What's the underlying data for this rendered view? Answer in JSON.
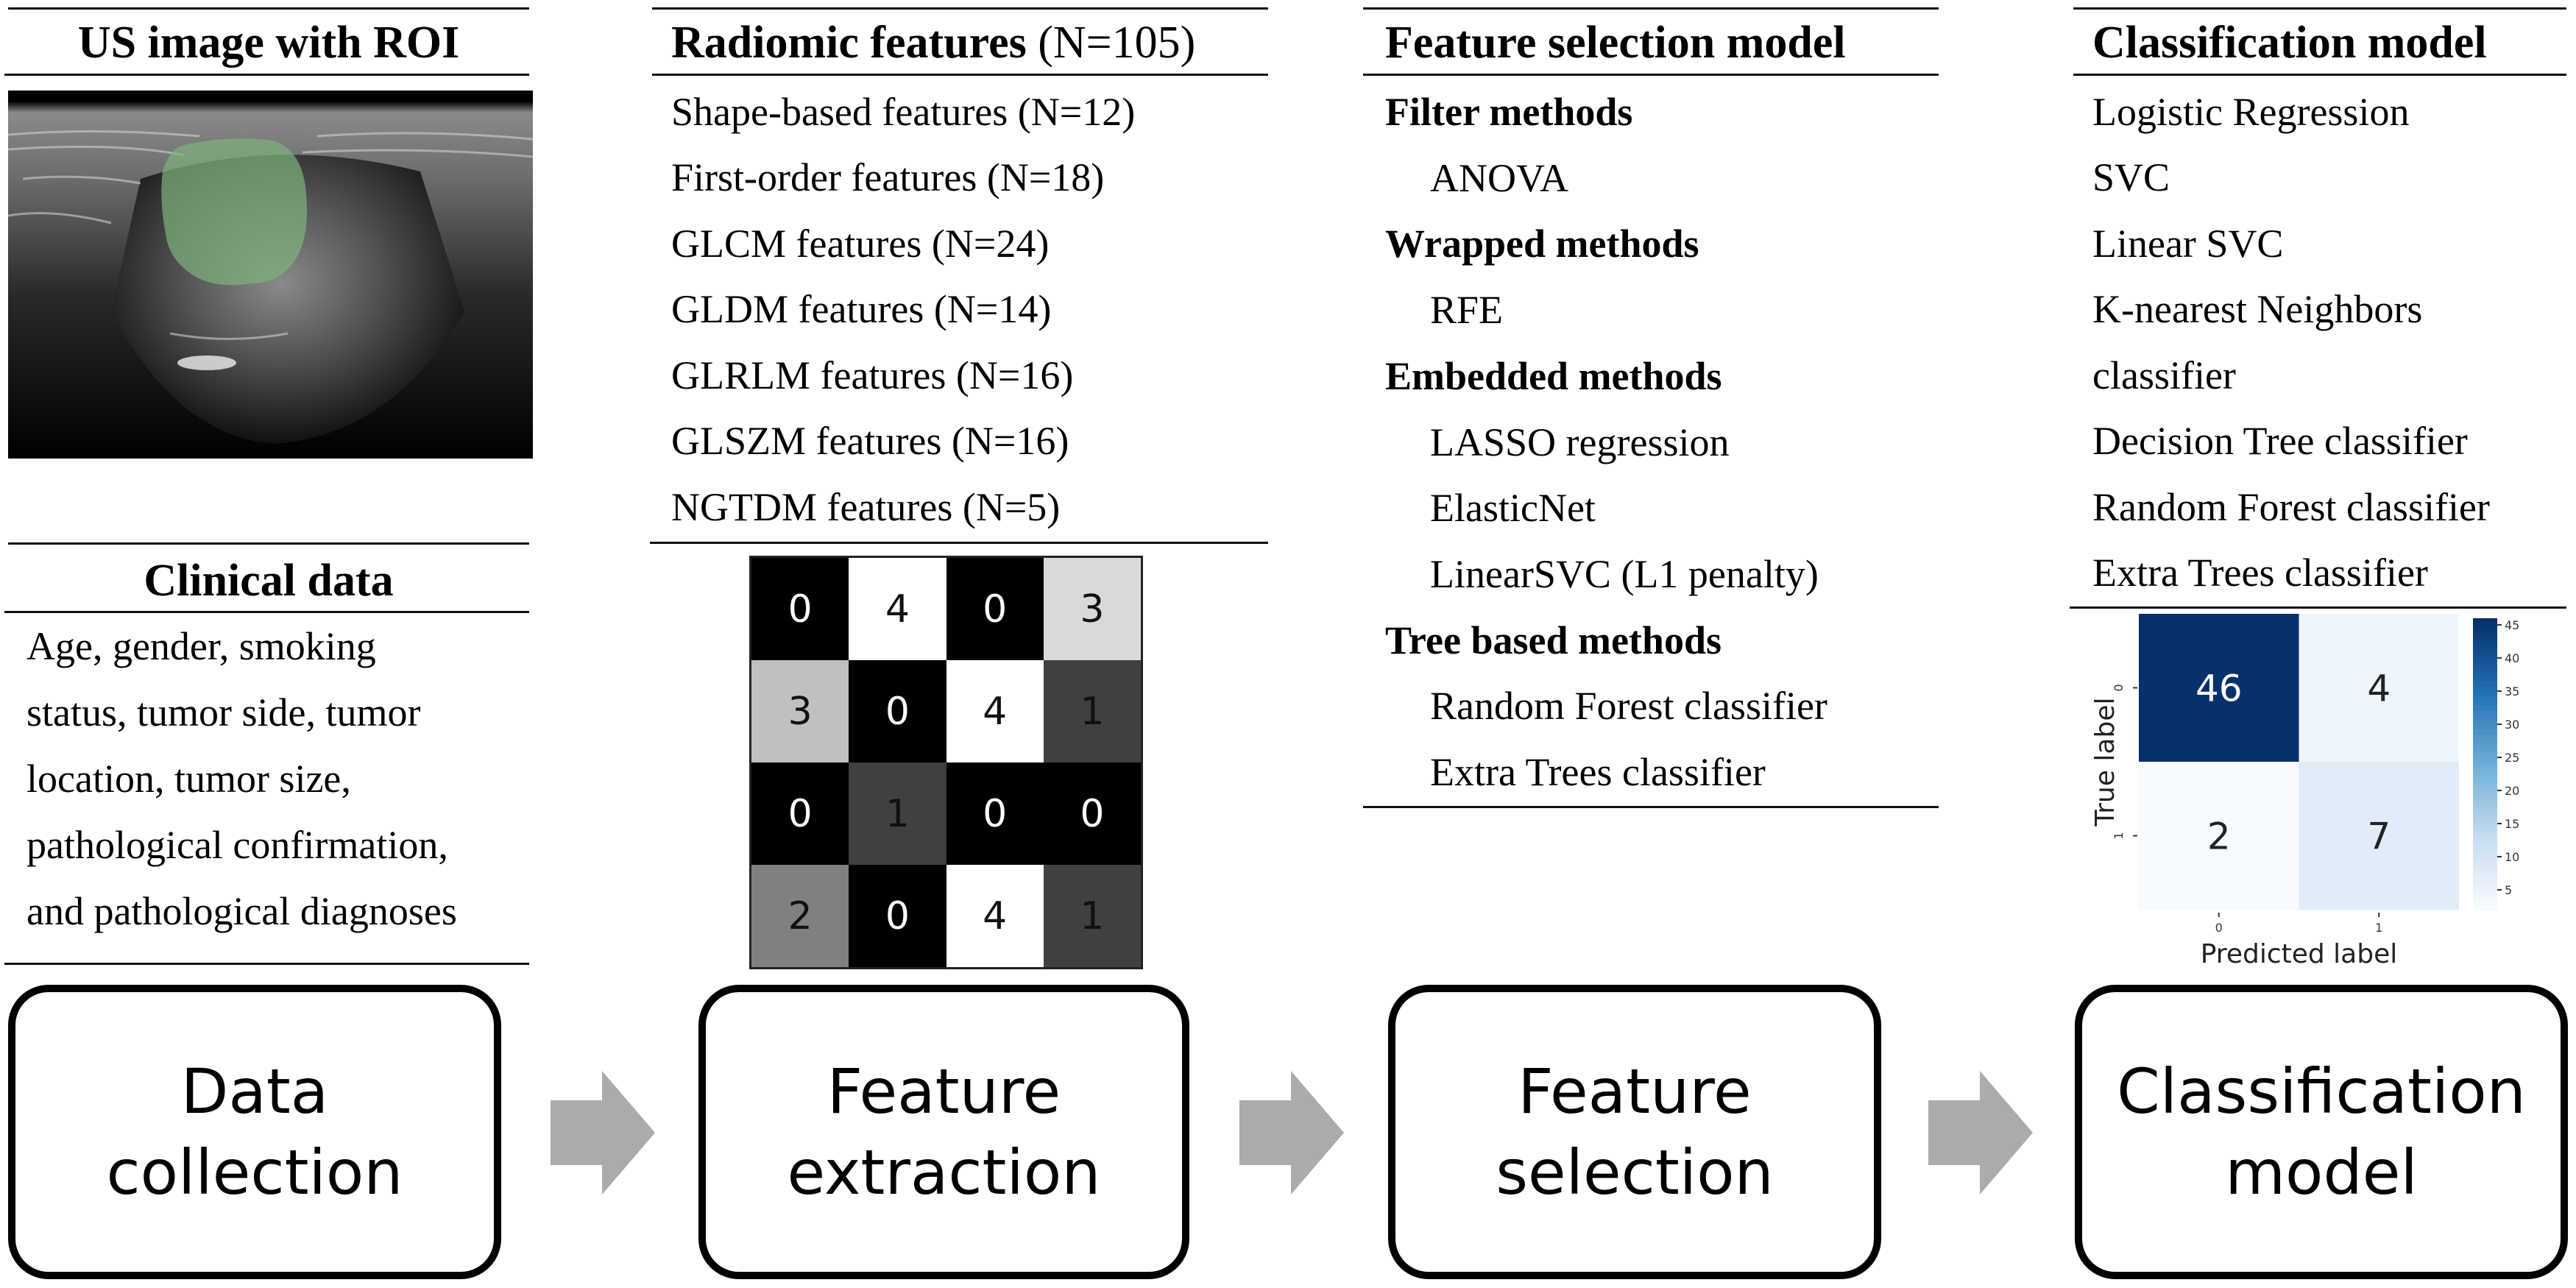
{
  "columns": {
    "data_collection": {
      "us_title": "US image with ROI",
      "clinical_title": "Clinical data",
      "clinical_lines": [
        "Age, gender, smoking",
        "status, tumor side, tumor",
        "location, tumor size,",
        "pathological confirmation,",
        "and pathological diagnoses"
      ],
      "roi_color": "#7fb27f"
    },
    "radiomic": {
      "title_bold": "Radiomic features",
      "title_count": "(N=105)",
      "items": [
        "Shape-based features (N=12)",
        "First-order features (N=18)",
        "GLCM features (N=24)",
        "GLDM features (N=14)",
        "GLRLM features (N=16)",
        "GLSZM features (N=16)",
        "NGTDM features (N=5)"
      ],
      "matrix": [
        [
          0,
          4,
          0,
          3
        ],
        [
          3,
          0,
          4,
          1
        ],
        [
          0,
          1,
          0,
          0
        ],
        [
          2,
          0,
          4,
          1
        ]
      ],
      "matrix_shades": [
        [
          "#000000",
          "#ffffff",
          "#000000",
          "#d9d9d9"
        ],
        [
          "#c0c0c0",
          "#000000",
          "#ffffff",
          "#404040"
        ],
        [
          "#000000",
          "#404040",
          "#000000",
          "#000000"
        ],
        [
          "#808080",
          "#000000",
          "#ffffff",
          "#404040"
        ]
      ]
    },
    "feature_selection": {
      "title": "Feature selection model",
      "groups": [
        {
          "heading": "Filter methods",
          "items": [
            "ANOVA"
          ]
        },
        {
          "heading": "Wrapped methods",
          "items": [
            "RFE"
          ]
        },
        {
          "heading": "Embedded methods",
          "items": [
            "LASSO regression",
            "ElasticNet",
            "LinearSVC (L1 penalty)"
          ]
        },
        {
          "heading": "Tree based methods",
          "items": [
            "Random Forest classifier",
            "Extra Trees classifier"
          ]
        }
      ]
    },
    "classification": {
      "title": "Classification model",
      "items": [
        "Logistic Regression",
        "SVC",
        "Linear SVC",
        "K-nearest Neighbors",
        "classifier",
        "Decision Tree classifier",
        "Random Forest classifier",
        "Extra Trees classifier"
      ]
    }
  },
  "chart_data": {
    "type": "heatmap",
    "title": "",
    "xlabel": "Predicted label",
    "ylabel": "True label",
    "x_ticks": [
      "0",
      "1"
    ],
    "y_ticks": [
      "0",
      "1"
    ],
    "values": [
      [
        46,
        4
      ],
      [
        2,
        7
      ]
    ],
    "colorbar": {
      "ticks": [
        5,
        10,
        15,
        20,
        25,
        30,
        35,
        40,
        45
      ],
      "range": [
        2,
        46
      ],
      "colormap": "Blues"
    },
    "colors": {
      "low": "#f7fbff",
      "high": "#08306b"
    }
  },
  "process": {
    "steps": [
      {
        "label_lines": [
          "Data",
          "collection"
        ]
      },
      {
        "label_lines": [
          "Feature",
          "extraction"
        ]
      },
      {
        "label_lines": [
          "Feature",
          "selection"
        ]
      },
      {
        "label_lines": [
          "Classification",
          "model"
        ]
      }
    ],
    "arrow_color": "#ababab"
  }
}
